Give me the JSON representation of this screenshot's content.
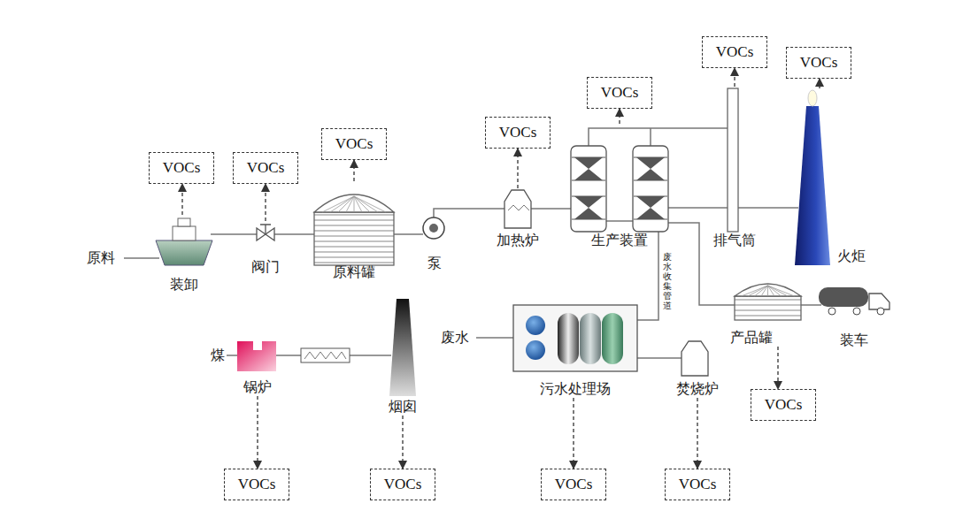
{
  "diagram": {
    "nodes": [
      {
        "text": [
          "装卸"
        ]
      },
      {
        "text": [
          "阀门"
        ]
      },
      {
        "text": [
          "原料罐"
        ]
      },
      {
        "text": [
          "泵"
        ]
      },
      {
        "text": [
          "加热炉"
        ]
      },
      {
        "text": [
          "生产装置"
        ]
      },
      {
        "text": [
          "排气筒"
        ]
      },
      {
        "text": [
          "火炬"
        ]
      },
      {
        "text": [
          "产品罐"
        ]
      },
      {
        "text": [
          "装车"
        ]
      },
      {
        "text": [
          "锅炉"
        ]
      },
      {
        "text": [
          "烟囱"
        ]
      },
      {
        "text": [
          "污水处理场"
        ]
      },
      {
        "text": [
          "焚烧炉"
        ]
      },
      {
        "text": [
          "VOCs"
        ]
      },
      {
        "text": [
          "VOCs"
        ]
      },
      {
        "text": [
          "VOCs"
        ]
      },
      {
        "text": [
          "VOCs"
        ]
      },
      {
        "text": [
          "VOCs"
        ]
      },
      {
        "text": [
          "VOCs"
        ]
      },
      {
        "text": [
          "VOCs"
        ]
      },
      {
        "text": [
          "VOCs"
        ]
      },
      {
        "text": [
          "VOCs"
        ]
      },
      {
        "text": [
          "VOCs"
        ]
      },
      {
        "text": [
          "VOCs"
        ]
      },
      {
        "text": [
          "VOCs"
        ]
      }
    ],
    "edges": [
      {
        "from": 0,
        "to": 14,
        "arrow": "to"
      },
      {
        "from": 1,
        "to": 15,
        "arrow": "to"
      },
      {
        "from": 2,
        "to": 16,
        "arrow": "to"
      },
      {
        "from": 4,
        "to": 17,
        "arrow": "to"
      },
      {
        "from": 5,
        "to": 18,
        "arrow": "to"
      },
      {
        "from": 6,
        "to": 19,
        "arrow": "to"
      },
      {
        "from": 7,
        "to": 20,
        "arrow": "to"
      },
      {
        "from": 8,
        "to": 21,
        "arrow": "to"
      },
      {
        "from": 10,
        "to": 22,
        "arrow": "to"
      },
      {
        "from": 11,
        "to": 23,
        "arrow": "to"
      },
      {
        "from": 12,
        "to": 24,
        "arrow": "to"
      },
      {
        "from": 13,
        "to": 25,
        "arrow": "to"
      }
    ],
    "labels": [
      "原料",
      "废水收集管道",
      "废水",
      "煤"
    ]
  }
}
